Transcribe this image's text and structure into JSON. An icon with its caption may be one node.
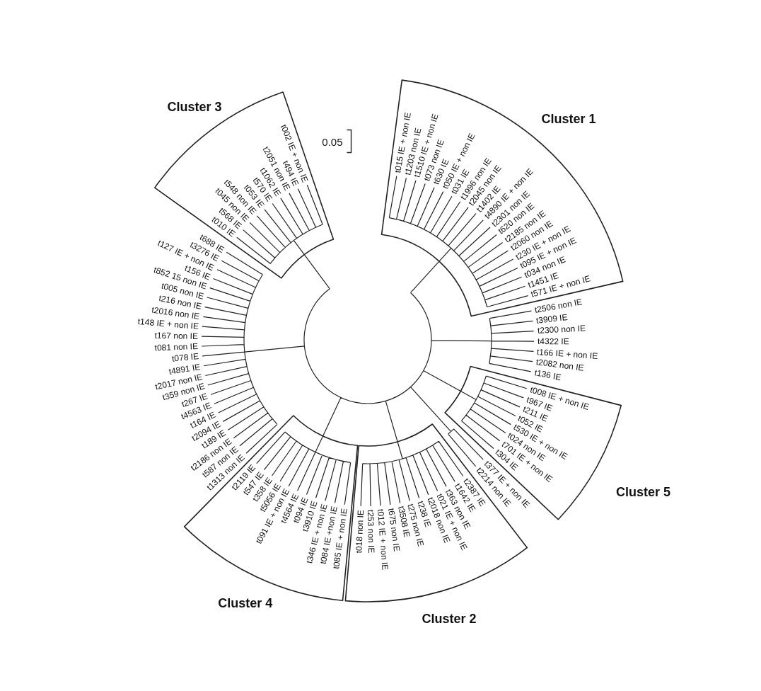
{
  "diagram": {
    "nodes": [
      {
        "text": [
          "Cluster 1",
          "t015 IE + non IE",
          "t1203 non IE",
          "t1510 IE + non IE",
          "t073 non IE",
          "t630 IE",
          "t050 IE + non IE",
          "t031 IE",
          "t1996 non IE",
          "t2045 non IE",
          "t1402 IE",
          "t4890 IE + non IE",
          "t2301 non IE",
          "t620 non IE",
          "t2185 non IE",
          "t2060 non IE",
          "t230 IE + non IE",
          "t095 IE + non IE",
          "t034 non IE",
          "t1451 IE",
          "t571 IE + non IE"
        ]
      },
      {
        "text": [
          "Cluster 3",
          "t010 IE",
          "t568 IE",
          "t045 non IE",
          "t548 non IE",
          "t053 IE",
          "t570 IE",
          "t1062 IE",
          "t2051 non IE",
          "t494 IE",
          "t002 IE + non IE"
        ]
      },
      {
        "text": [
          "Cluster 5",
          "t008 IE + non IE",
          "t967 IE",
          "t211 IE",
          "t052 IE",
          "t530 IE + non IE",
          "t024 non IE",
          "t701 IE + non IE",
          "t304 IE"
        ]
      },
      {
        "text": [
          "Cluster 4",
          "t085 IE + non IE",
          "t084 IE +non IE",
          "t346 IE + non IE",
          "t3910 IE",
          "t094 IE",
          "t4564 IE",
          "t091 IE + non IE",
          "t5056 IE",
          "t358 IE",
          "t547 IE",
          "t2119 IE"
        ]
      },
      {
        "text": [
          "Cluster 2",
          "t2387 IE",
          "t1642 IE",
          "t363 non IE",
          "t021 IE + non IE",
          "t2018 non IE",
          "t238 IE",
          "t275 non IE",
          "t3508 IE",
          "t675 non IE",
          "t012 IE + non IE",
          "t253 non IE",
          "t018 non IE"
        ]
      }
    ],
    "labels": [
      "0.05",
      "t688 IE",
      "t3276 IE",
      "t127 IE + non IE",
      "t156 IE",
      "t852 15 non IE",
      "t005 non IE",
      "t216 non IE",
      "t2016 non IE",
      "t148 IE + non IE",
      "t167 non IE",
      "t081 non IE",
      "t078 IE",
      "t4891 IE",
      "t2017 non IE",
      "t359 non IE",
      "t267 IE",
      "t4563 IE",
      "t164 IE",
      "t2094 IE",
      "t189 IE",
      "t2186 non IE",
      "t587 non IE",
      "t1313 non IE",
      "t2506 non IE",
      "t3909 IE",
      "t2300 non IE",
      "t4322 IE",
      "t166 IE + non IE",
      "t2082 non IE",
      "t136 IE",
      "t377 IE + non IE",
      "t2214 non IE"
    ]
  }
}
